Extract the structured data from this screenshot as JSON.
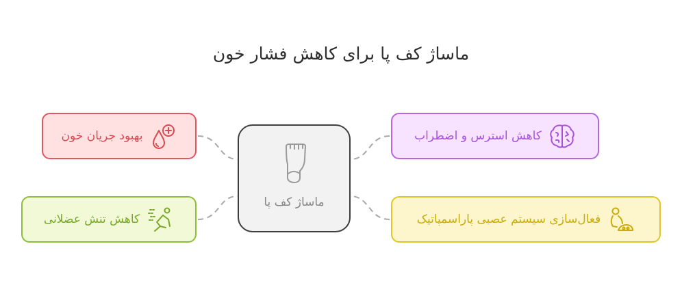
{
  "title": "ماساژ کف پا برای کاهش فشار خون",
  "center": {
    "label": "ماساژ کف پا",
    "icon": "foot-icon"
  },
  "nodes": {
    "blood_flow": {
      "label": "بهبود جریان خون",
      "icon": "blood-drop-plus-icon",
      "color": "#e0575f"
    },
    "muscle_tension": {
      "label": "کاهش تنش عضلانی",
      "icon": "stretching-person-icon",
      "color": "#8ebd3b"
    },
    "stress_anxiety": {
      "label": "کاهش استرس و اضطراب",
      "icon": "brain-icon",
      "color": "#b367e2"
    },
    "parasympathetic": {
      "label": "فعال‌سازی سیستم عصبی پاراسمپاتیک",
      "icon": "meditation-person-icon",
      "color": "#e0c526"
    }
  }
}
